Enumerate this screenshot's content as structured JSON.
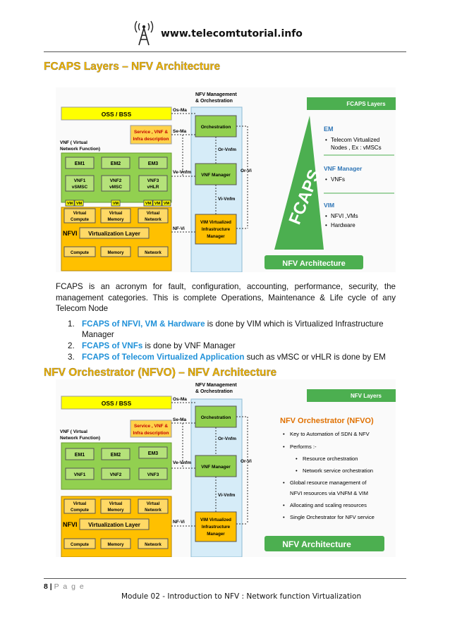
{
  "header": {
    "url": "www.telecomtutorial.info",
    "icon": "antenna-signal-icon"
  },
  "section1": {
    "heading": "FCAPS Layers – NFV Architecture",
    "figure": {
      "mano_title_1": "NFV Management",
      "mano_title_2": "& Orchestration",
      "oss_bss": "OSS / BSS",
      "service_desc_1": "Service , VNF &",
      "service_desc_2": "Infra description",
      "vnf_label_1": "VNF ( Virtual",
      "vnf_label_2": "Network Function)",
      "em1": "EM1",
      "em2": "EM2",
      "em3": "EM3",
      "vnf1_a": "VNF1",
      "vnf1_b": "vSMSC",
      "vnf2_a": "VNF2",
      "vnf2_b": "vMSC",
      "vnf3_a": "VNF3",
      "vnf3_b": "vHLR",
      "vm": "VM",
      "virt_compute_1": "Virtual",
      "virt_compute_2": "Compute",
      "virt_memory_1": "Virtual",
      "virt_memory_2": "Memory",
      "virt_network_1": "Virtual",
      "virt_network_2": "Network",
      "nfvi": "NFVI",
      "virt_layer": "Virtualization Layer",
      "compute": "Compute",
      "memory": "Memory",
      "network": "Network",
      "orchestration": "Orchestration",
      "vnf_manager": "VNF Manager",
      "vim_1": "VIM Virtualized",
      "vim_2": "Infrastructure",
      "vim_3": "Manager",
      "os_ma": "Os-Ma",
      "se_ma": "Se-Ma",
      "or_vnfm": "Or-Vnfm",
      "ve_vnfm": "Ve-Vnfm",
      "or_vi": "Or-Vi",
      "vi_vnfm": "Vi-Vnfm",
      "nf_vi": "NF-Vi",
      "right_title": "FCAPS Layers",
      "fcaps_word": "FCAPS",
      "em_title": "EM",
      "em_b1": "Telecom Virtualized",
      "em_b2": "Nodes , Ex : vMSCs",
      "vnfm_title": "VNF Manager",
      "vnfm_b1": "VNFs",
      "vim_title": "VIM",
      "vim_b1": "NFVI ,VMs",
      "vim_b2": "Hardware",
      "banner": "NFV Architecture"
    }
  },
  "paragraph": "FCAPS is an acronym for fault, configuration, accounting, performance, security, the management categories. This is complete Operations, Maintenance & Life cycle of any Telecom Node",
  "list": [
    {
      "num": "1.",
      "hl": "FCAPS of NFVI, VM & Hardware",
      "rest": " is done by VIM which is Virtualized Infrastructure Manager"
    },
    {
      "num": "2.",
      "hl": "FCAPS of VNFs",
      "rest": " is done by VNF Manager"
    },
    {
      "num": "3.",
      "hl": "FCAPS of Telecom Virtualized Application",
      "rest": " such as vMSC or vHLR is done by EM"
    }
  ],
  "section2": {
    "heading": "NFV Orchestrator (NFVO) – NFV Architecture",
    "figure": {
      "right_title": "NFV Layers",
      "nfvo_title": "NFV Orchestrator (NFVO)",
      "b1": "Key to Automation of SDN & NFV",
      "b2": "Performs :-",
      "b2a": "Resource orchestration",
      "b2b": "Network service orchestration",
      "b3a": "Global resource management of",
      "b3b": "NFVI resources via VNFM & VIM",
      "b4": "Allocating and scaling resources",
      "b5": "Single Orchestrator for NFV service",
      "banner": "NFV Architecture",
      "vnf1": "VNF1",
      "vnf2": "VNF2",
      "vnf3": "VNF3"
    }
  },
  "footer": {
    "page_num": "8",
    "sep": " | ",
    "page_word": "P a g e",
    "title": "Module 02 - Introduction to NFV : Network function Virtualization"
  }
}
